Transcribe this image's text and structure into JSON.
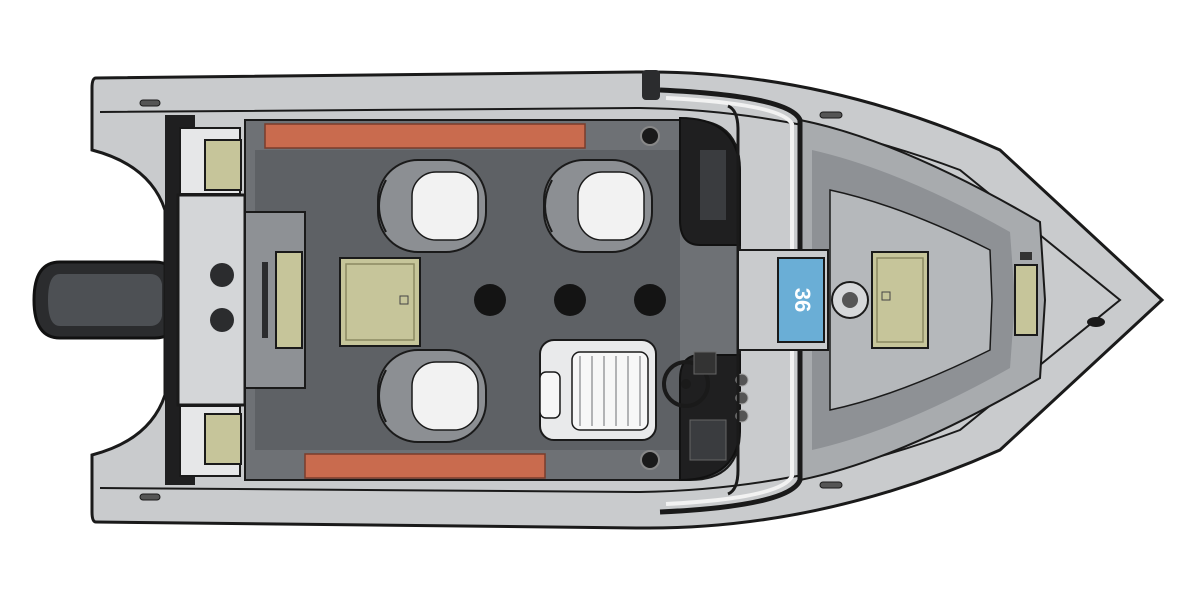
{
  "diagram": {
    "type": "boat-layout-top-view",
    "display_label": "36",
    "seats": {
      "count": 4,
      "captain_chair": true
    },
    "deck_holes": 3,
    "storage_hatches": 6,
    "colors": {
      "hull_light": "#c9cbcd",
      "hull_mid": "#a8abae",
      "deck_dark": "#6e7175",
      "deck_darker": "#55585c",
      "outline": "#1a1a1a",
      "rod_storage": "#c96b4e",
      "hatch": "#c6c59a",
      "display": "#6aaed6",
      "seat_light": "#f2f2f2",
      "seat_dark": "#8c8f93",
      "motor": "#2b2c2e"
    }
  }
}
